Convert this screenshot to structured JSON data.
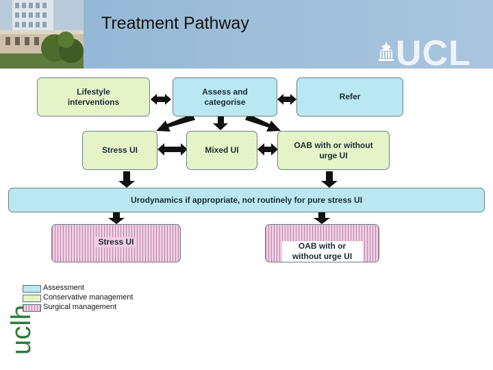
{
  "slide": {
    "title": "Treatment Pathway",
    "logo": "UCL",
    "vertical_logo": "uclh"
  },
  "boxes": {
    "lifestyle": "Lifestyle interventions",
    "assess": "Assess and categorise",
    "refer": "Refer",
    "stress_ui_top": "Stress UI",
    "mixed_ui": "Mixed UI",
    "oab_top": "OAB with or without urge UI",
    "urodynamics": "Urodynamics if appropriate, not routinely for pure stress UI",
    "stress_ui_bottom": "Stress UI",
    "oab_bottom": "OAB with or without urge UI"
  },
  "legend": [
    {
      "label": "Assessment",
      "color": "#b9e8f3"
    },
    {
      "label": "Conservative management",
      "color": "#d8efae"
    },
    {
      "label": "Surgical management",
      "color": "#f1cde3"
    }
  ],
  "colors": {
    "header": "#9dbdd9",
    "assessment": "#b9e8f3",
    "conservative": "#d8efae",
    "surgical": "#f1cde3",
    "arrow": "#111111"
  }
}
